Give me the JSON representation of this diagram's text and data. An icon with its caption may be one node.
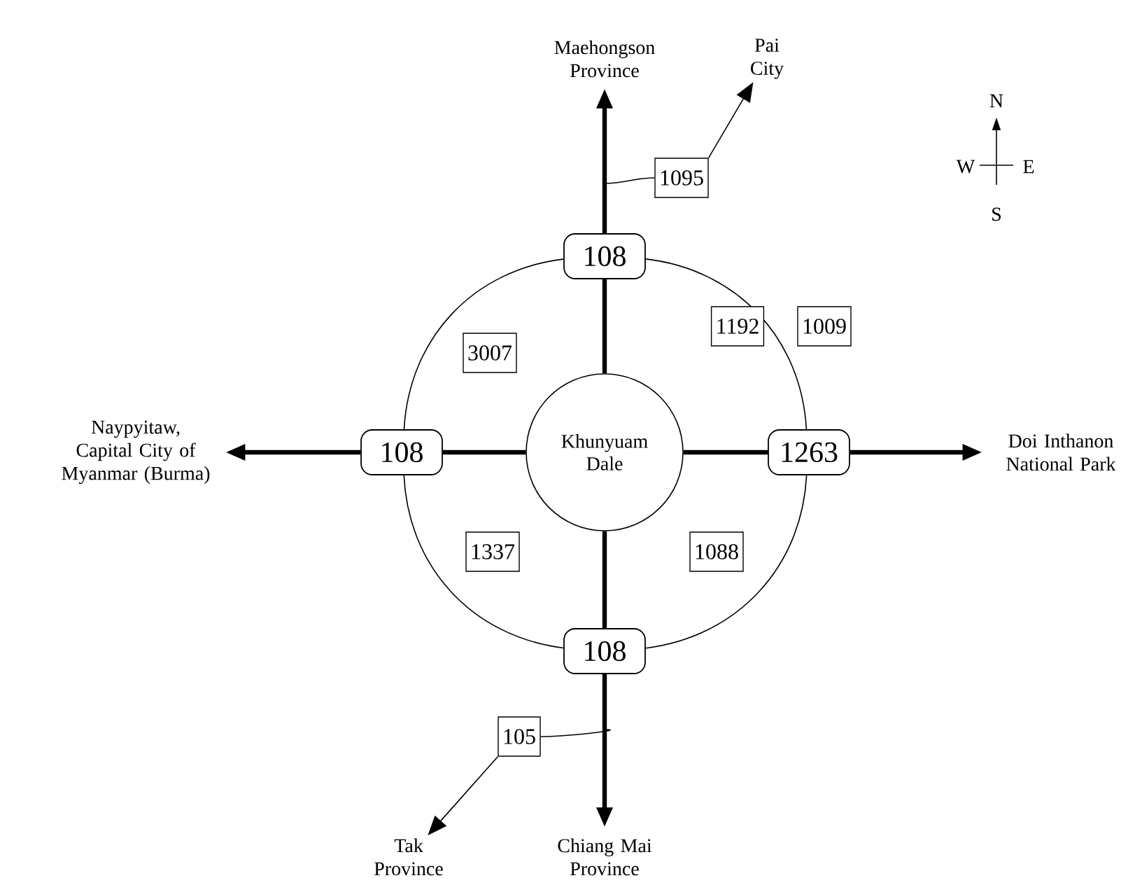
{
  "diagram": {
    "nodes": [
      {
        "text": [
          "Khunyuam Dale"
        ]
      },
      {
        "text": [
          "108"
        ]
      },
      {
        "text": [
          "108"
        ]
      },
      {
        "text": [
          "1263"
        ]
      },
      {
        "text": [
          "108"
        ]
      },
      {
        "text": [
          "1095"
        ]
      },
      {
        "text": [
          "105"
        ]
      },
      {
        "text": [
          "Maehongson Province"
        ]
      },
      {
        "text": [
          "Pai City"
        ]
      },
      {
        "text": [
          "Naypyitaw, Capital City of Myanmar (Burma)"
        ]
      },
      {
        "text": [
          "Doi Inthanon National Park"
        ]
      },
      {
        "text": [
          "Chiang Mai Province"
        ]
      },
      {
        "text": [
          "Tak Province"
        ]
      },
      {
        "text": [
          "3007"
        ]
      },
      {
        "text": [
          "1192"
        ]
      },
      {
        "text": [
          "1009"
        ]
      },
      {
        "text": [
          "1337"
        ]
      },
      {
        "text": [
          "1088"
        ]
      }
    ],
    "edges": [
      {
        "from": 0,
        "to": 1,
        "arrow": "none",
        "style": "thick"
      },
      {
        "from": 0,
        "to": 2,
        "arrow": "none",
        "style": "thick"
      },
      {
        "from": 0,
        "to": 3,
        "arrow": "none",
        "style": "thick"
      },
      {
        "from": 0,
        "to": 4,
        "arrow": "none",
        "style": "thick"
      },
      {
        "from": 1,
        "to": 7,
        "arrow": "to",
        "style": "thick"
      },
      {
        "from": 2,
        "to": 9,
        "arrow": "to",
        "style": "thick"
      },
      {
        "from": 3,
        "to": 10,
        "arrow": "to",
        "style": "thick"
      },
      {
        "from": 4,
        "to": 11,
        "arrow": "to",
        "style": "thick"
      },
      {
        "from": 1,
        "to": 3,
        "arrow": "none"
      },
      {
        "from": 3,
        "to": 4,
        "arrow": "none"
      },
      {
        "from": 4,
        "to": 2,
        "arrow": "none"
      },
      {
        "from": 2,
        "to": 1,
        "arrow": "none"
      },
      {
        "from": null,
        "to": 5,
        "arrow": "none"
      },
      {
        "from": 5,
        "to": 8,
        "arrow": "to"
      },
      {
        "from": null,
        "to": 6,
        "arrow": "none"
      },
      {
        "from": 6,
        "to": 12,
        "arrow": "to"
      }
    ],
    "labels": [
      "N",
      "W",
      "E",
      "S"
    ]
  }
}
